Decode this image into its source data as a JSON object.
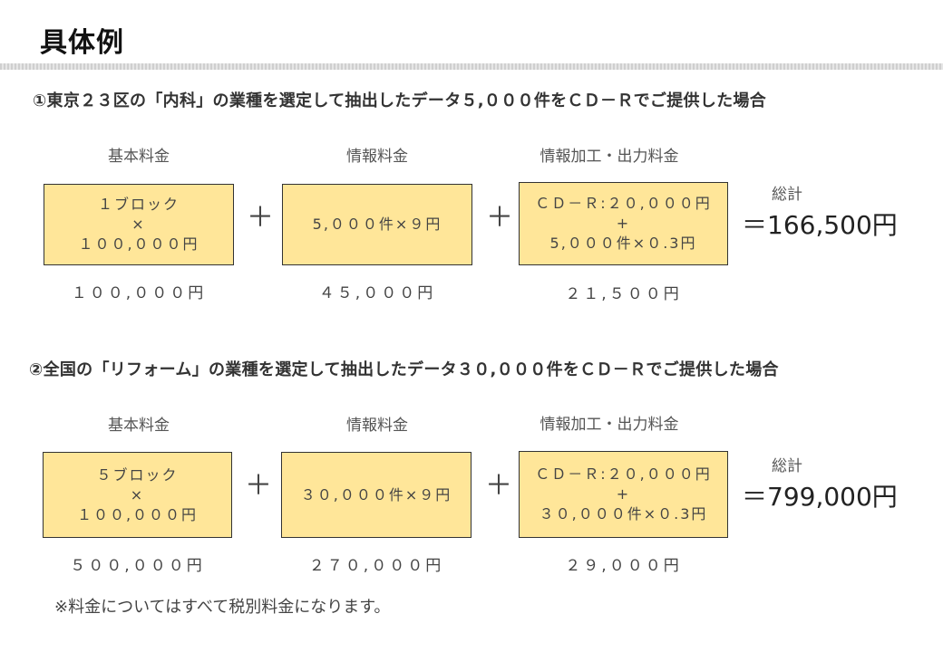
{
  "page": {
    "title": "具体例",
    "footnote": "※料金についてはすべて税別料金になります。"
  },
  "scenarios": [
    {
      "heading": "①東京２３区の「内科」の業種を選定して抽出したデータ５,０００件をＣＤ－Ｒでご提供した場合",
      "labels": {
        "basic": "基本料金",
        "info": "情報料金",
        "processing": "情報加工・出力料金"
      },
      "basic_box": [
        "１ブロック",
        "×",
        "１００,０００円"
      ],
      "info_box": [
        "5,０００件×９円"
      ],
      "processing_box": [
        "ＣＤ－Ｒ:２０,０００円",
        "+",
        "5,０００件×０.3円"
      ],
      "plus_sign": "＋",
      "subtotals": {
        "basic": "１００,０００円",
        "info": "４５,０００円",
        "processing": "２１,５００円"
      },
      "total_label": "総計",
      "total_value": "＝166,500円"
    },
    {
      "heading": "②全国の「リフォーム」の業種を選定して抽出したデータ３０,０００件をＣＤ－Ｒでご提供した場合",
      "labels": {
        "basic": "基本料金",
        "info": "情報料金",
        "processing": "情報加工・出力料金"
      },
      "basic_box": [
        "５ブロック",
        "×",
        "１００,０００円"
      ],
      "info_box": [
        "３０,０００件×９円"
      ],
      "processing_box": [
        "ＣＤ－Ｒ:２０,０００円",
        "+",
        "３０,０００件×０.3円"
      ],
      "plus_sign": "＋",
      "subtotals": {
        "basic": "５００,０００円",
        "info": "２７０,０００円",
        "processing": "２９,０００円"
      },
      "total_label": "総計",
      "total_value": "＝799,000円"
    }
  ]
}
